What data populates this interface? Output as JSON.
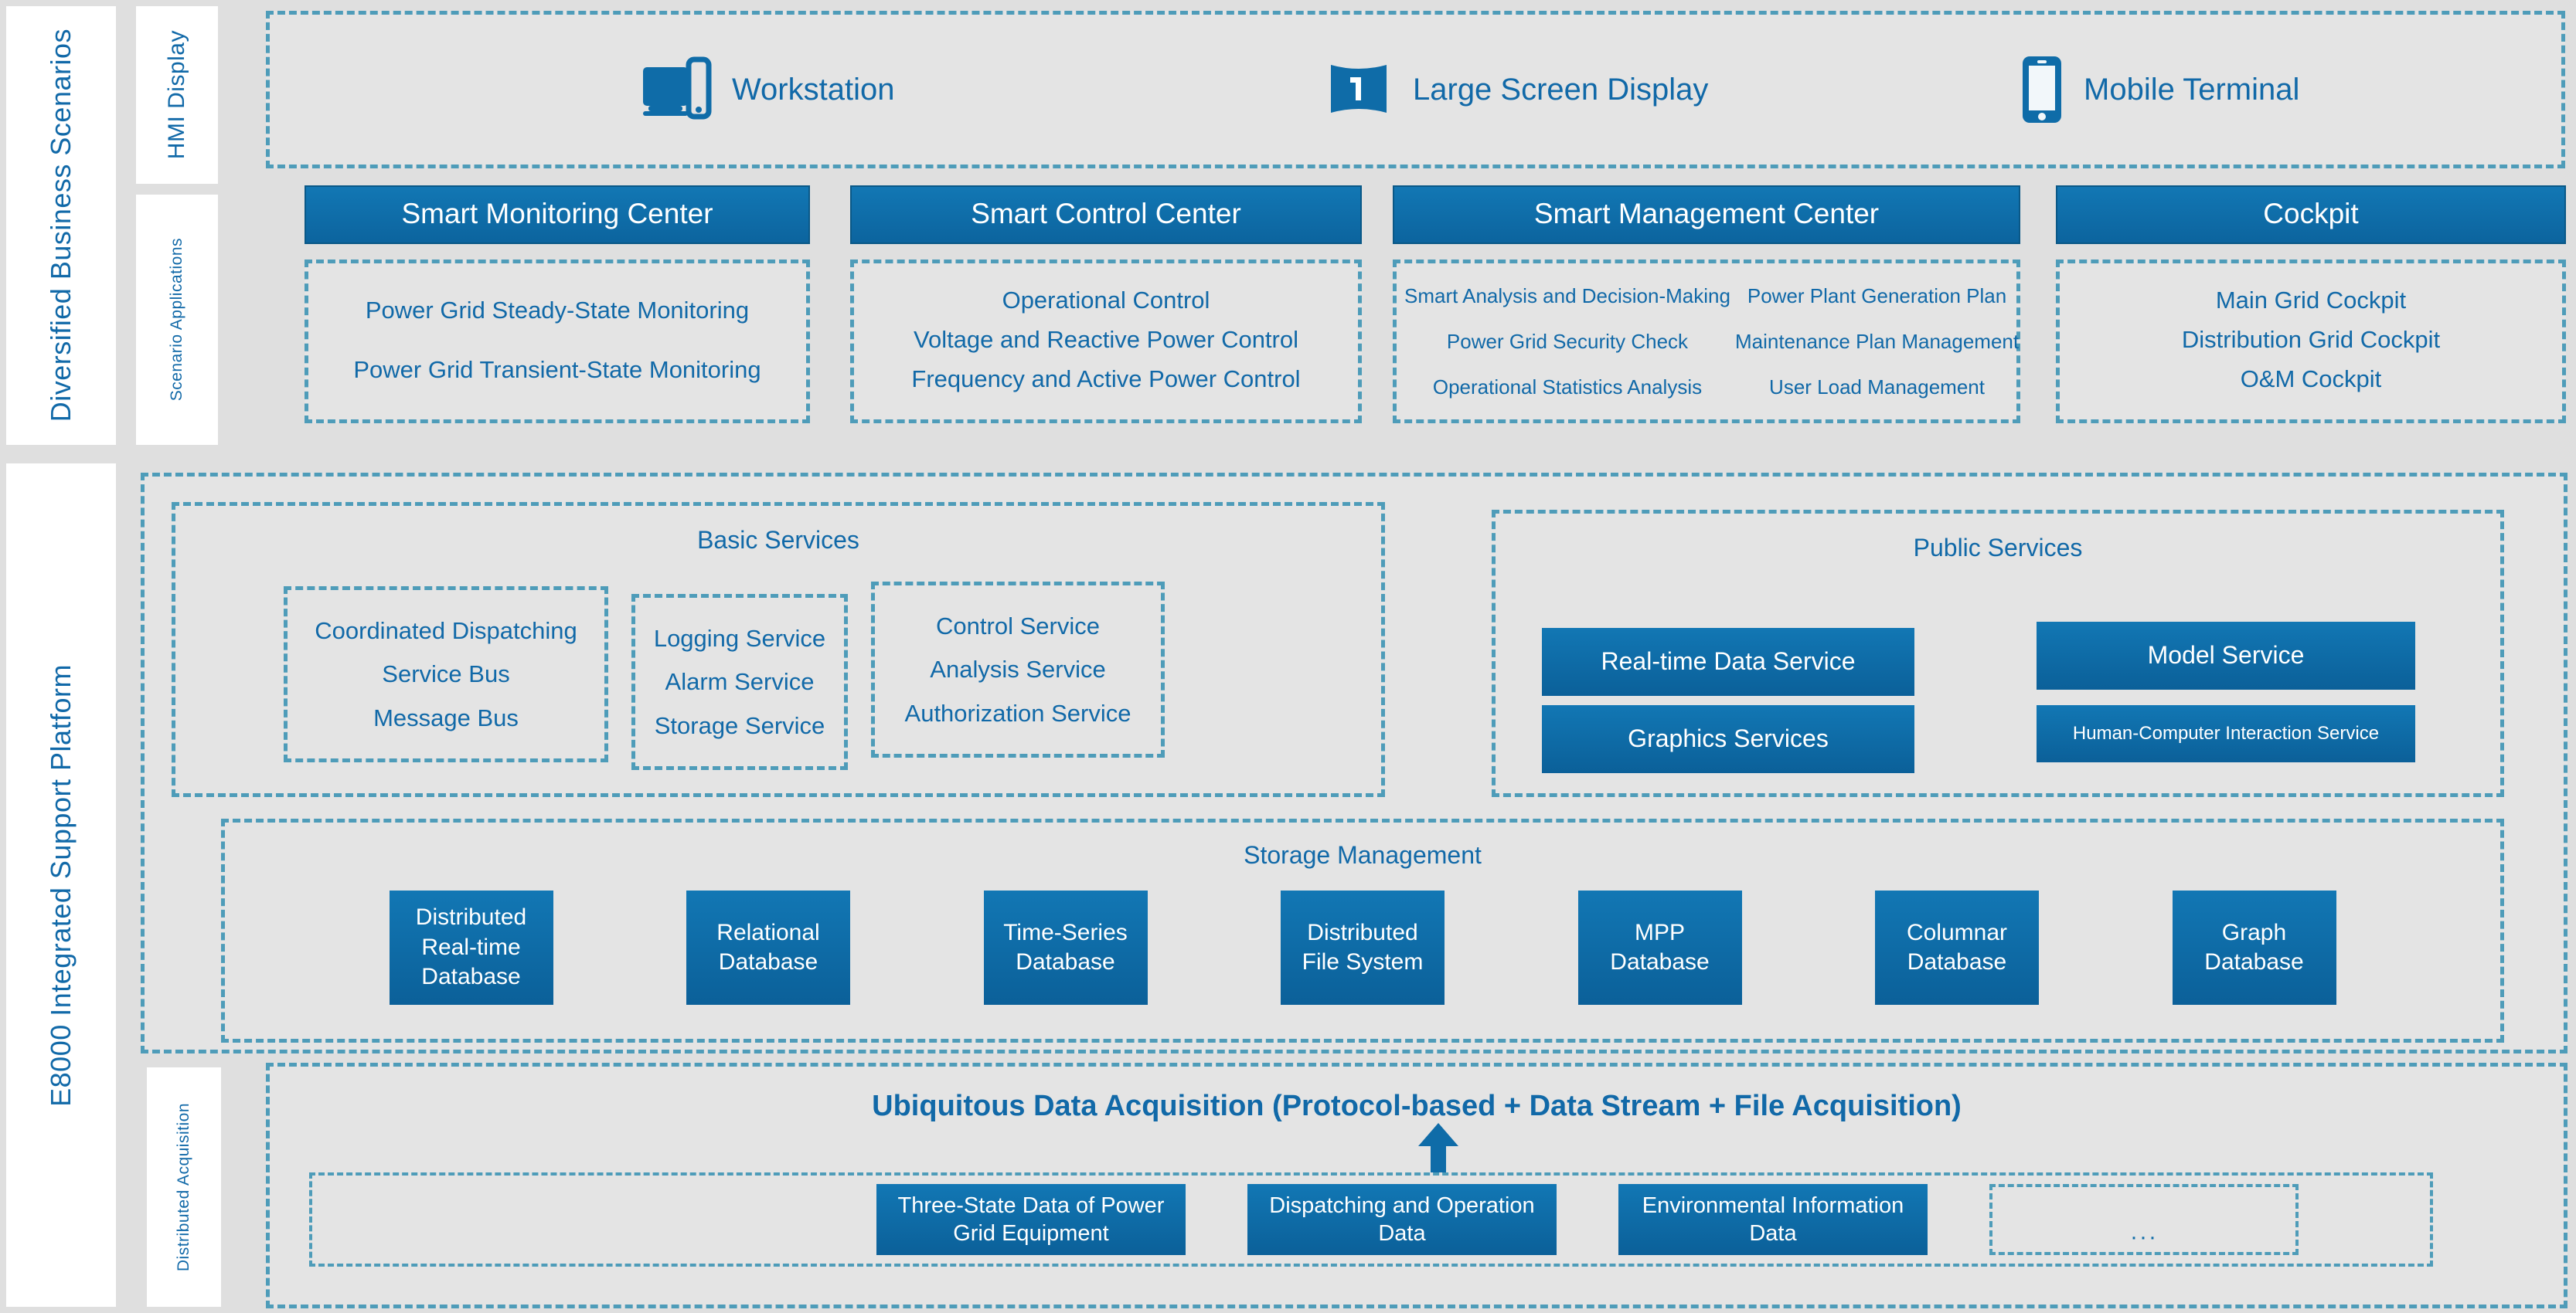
{
  "rails": {
    "business": "Diversified Business Scenarios",
    "platform": "E8000 Integrated Support Platform",
    "hmi": "HMI Display",
    "scenario": "Scenario Applications",
    "acquisition": "Distributed Acquisition"
  },
  "hmi_band": {
    "items": [
      {
        "label": "Workstation",
        "icon": "workstation-icon"
      },
      {
        "label": "Large Screen Display",
        "icon": "large-screen-icon"
      },
      {
        "label": "Mobile Terminal",
        "icon": "mobile-phone-icon"
      }
    ]
  },
  "scenario_columns": [
    {
      "title": "Smart Monitoring Center",
      "items": [
        "Power Grid Steady-State Monitoring",
        "Power Grid Transient-State Monitoring"
      ]
    },
    {
      "title": "Smart Control Center",
      "items": [
        "Operational Control",
        "Voltage and Reactive Power Control",
        "Frequency and Active Power Control"
      ]
    },
    {
      "title": "Smart Management Center",
      "items": [
        "Smart Analysis and Decision-Making",
        "Power Plant Generation Plan",
        "Power Grid Security Check",
        "Maintenance Plan Management",
        "Operational Statistics Analysis",
        "User Load Management"
      ]
    },
    {
      "title": "Cockpit",
      "items": [
        "Main Grid Cockpit",
        "Distribution Grid Cockpit",
        "O&M Cockpit"
      ]
    }
  ],
  "basic_services": {
    "title": "Basic Services",
    "groups": [
      {
        "items": [
          "Coordinated Dispatching",
          "Service Bus",
          "Message Bus"
        ]
      },
      {
        "items": [
          "Logging Service",
          "Alarm Service",
          "Storage Service"
        ]
      },
      {
        "items": [
          "Control Service",
          "Analysis Service",
          "Authorization Service"
        ]
      }
    ]
  },
  "public_services": {
    "title": "Public Services",
    "tiles": [
      "Real-time Data Service",
      "Graphics Services",
      "Model Service",
      "Human-Computer Interaction Service"
    ]
  },
  "storage_management": {
    "title": "Storage Management",
    "databases": [
      "Distributed Real-time Database",
      "Relational Database",
      "Time-Series Database",
      "Distributed File System",
      "MPP Database",
      "Columnar Database",
      "Graph Database"
    ]
  },
  "acquisition": {
    "title": "Ubiquitous Data Acquisition (Protocol-based + Data Stream + File Acquisition)",
    "sources": [
      "Three-State Data of Power Grid Equipment",
      "Dispatching and Operation Data",
      "Environmental Information Data"
    ],
    "placeholder": "···"
  },
  "colors": {
    "accent_blue": "#0F6CA8",
    "text_blue": "#1169A8",
    "dashed_border": "#4E9CB9",
    "panel_gray": "#E4E4E4"
  }
}
